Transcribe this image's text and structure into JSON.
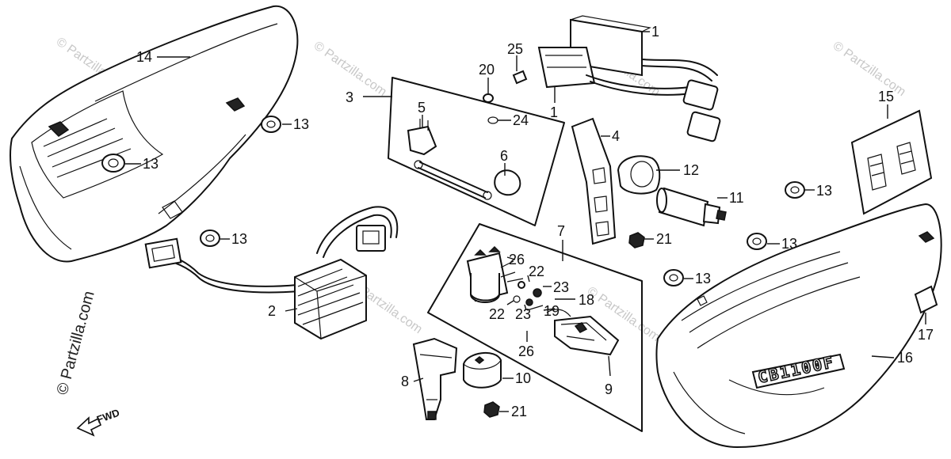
{
  "watermark": "© Partzilla.com",
  "brand_text": "© Partzilla.com",
  "direction_label": "FWD",
  "badge_text": "CB1100F",
  "callouts": [
    {
      "id": "1a",
      "text": "1"
    },
    {
      "id": "1b",
      "text": "1"
    },
    {
      "id": "2",
      "text": "2"
    },
    {
      "id": "3",
      "text": "3"
    },
    {
      "id": "4",
      "text": "4"
    },
    {
      "id": "5",
      "text": "5"
    },
    {
      "id": "6",
      "text": "6"
    },
    {
      "id": "7",
      "text": "7"
    },
    {
      "id": "8",
      "text": "8"
    },
    {
      "id": "9",
      "text": "9"
    },
    {
      "id": "10",
      "text": "10"
    },
    {
      "id": "11",
      "text": "11"
    },
    {
      "id": "12",
      "text": "12"
    },
    {
      "id": "13a",
      "text": "13"
    },
    {
      "id": "13b",
      "text": "13"
    },
    {
      "id": "13c",
      "text": "13"
    },
    {
      "id": "13d",
      "text": "13"
    },
    {
      "id": "13e",
      "text": "13"
    },
    {
      "id": "13f",
      "text": "13"
    },
    {
      "id": "14",
      "text": "14"
    },
    {
      "id": "15",
      "text": "15"
    },
    {
      "id": "16",
      "text": "16"
    },
    {
      "id": "17",
      "text": "17"
    },
    {
      "id": "18",
      "text": "18"
    },
    {
      "id": "19",
      "text": "19"
    },
    {
      "id": "20",
      "text": "20"
    },
    {
      "id": "21a",
      "text": "21"
    },
    {
      "id": "21b",
      "text": "21"
    },
    {
      "id": "22a",
      "text": "22"
    },
    {
      "id": "22b",
      "text": "22"
    },
    {
      "id": "23a",
      "text": "23"
    },
    {
      "id": "23b",
      "text": "23"
    },
    {
      "id": "24",
      "text": "24"
    },
    {
      "id": "25",
      "text": "25"
    },
    {
      "id": "26a",
      "text": "26"
    },
    {
      "id": "26b",
      "text": "26"
    }
  ]
}
